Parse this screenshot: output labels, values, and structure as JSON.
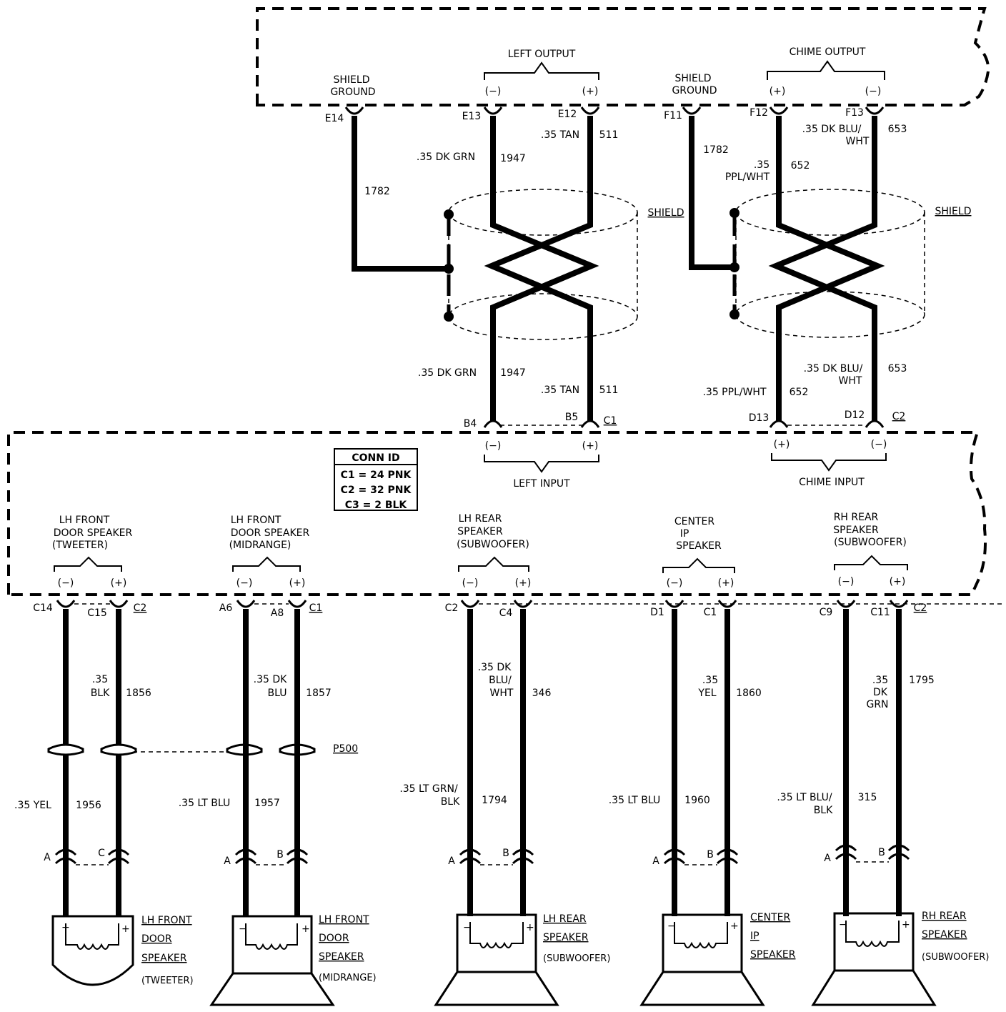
{
  "top_module": {
    "left_output": {
      "title": "LEFT OUTPUT",
      "minus": "(−)",
      "plus": "(+)",
      "pin_minus": "E13",
      "pin_plus": "E12"
    },
    "chime_output": {
      "title": "CHIME OUTPUT",
      "plus": "(+)",
      "minus": "(−)",
      "pin_plus": "F12",
      "pin_minus": "F13"
    },
    "shield_ground_1": {
      "label_line1": "SHIELD",
      "label_line2": "GROUND",
      "pin": "E14",
      "circuit": "1782"
    },
    "shield_ground_2": {
      "label_line1": "SHIELD",
      "label_line2": "GROUND",
      "pin": "F11",
      "circuit": "1782"
    }
  },
  "twisted_pair_left": {
    "shield_label": "SHIELD",
    "upper_minus": {
      "color": ".35 DK GRN",
      "circuit": "1947"
    },
    "upper_plus": {
      "color": ".35 TAN",
      "circuit": "511"
    },
    "lower_minus": {
      "color": ".35 DK GRN",
      "circuit": "1947"
    },
    "lower_plus": {
      "color": ".35 TAN",
      "circuit": "511"
    }
  },
  "twisted_pair_chime": {
    "shield_label": "SHIELD",
    "upper_plus": {
      "color_line1": ".35",
      "color_line2": "PPL/WHT",
      "circuit": "652"
    },
    "upper_minus": {
      "color_line1": ".35 DK BLU/",
      "color_line2": "WHT",
      "circuit": "653"
    },
    "lower_plus": {
      "color": ".35 PPL/WHT",
      "circuit": "652"
    },
    "lower_minus": {
      "color_line1": ".35 DK BLU/",
      "color_line2": "WHT",
      "circuit": "653"
    }
  },
  "amp_module": {
    "left_input": {
      "title": "LEFT INPUT",
      "minus": "(−)",
      "plus": "(+)",
      "pin_minus": "B4",
      "pin_plus": "B5",
      "conn": "C1"
    },
    "chime_input": {
      "title": "CHIME INPUT",
      "plus": "(+)",
      "minus": "(−)",
      "pin_plus": "D13",
      "pin_minus": "D12",
      "conn": "C2"
    },
    "conn_id": {
      "title": "CONN ID",
      "rows": [
        "C1 = 24 PNK",
        "C2 = 32 PNK",
        "C3 = 2 BLK"
      ]
    }
  },
  "speakers": [
    {
      "out_line1": "LH FRONT",
      "out_line2": "DOOR SPEAKER",
      "out_line3": "(TWEETER)",
      "minus": "(−)",
      "plus": "(+)",
      "pin_minus": "C14",
      "pin_plus": "C15",
      "conn": "C2",
      "upper_plus_color_1": ".35",
      "upper_plus_color_2": "BLK",
      "upper_plus_circuit": "1856",
      "lower_color": ".35 YEL",
      "lower_circuit": "1956",
      "term_a": "A",
      "term_b": "C",
      "name_1": "LH FRONT",
      "name_2": "DOOR",
      "name_3": "SPEAKER",
      "name_4": "(TWEETER)"
    },
    {
      "out_line1": "LH FRONT",
      "out_line2": "DOOR SPEAKER",
      "out_line3": "(MIDRANGE)",
      "minus": "(−)",
      "plus": "(+)",
      "pin_minus": "A6",
      "pin_plus": "A8",
      "conn": "C1",
      "upper_plus_color_1": ".35 DK",
      "upper_plus_color_2": "BLU",
      "upper_plus_circuit": "1857",
      "lower_color": ".35 LT BLU",
      "lower_circuit": "1957",
      "term_a": "A",
      "term_b": "B",
      "connector_label": "P500",
      "name_1": "LH FRONT",
      "name_2": "DOOR",
      "name_3": "SPEAKER",
      "name_4": "(MIDRANGE)"
    },
    {
      "out_line1": "LH REAR",
      "out_line2": "SPEAKER",
      "out_line3": "(SUBWOOFER)",
      "minus": "(−)",
      "plus": "(+)",
      "pin_minus": "C2",
      "pin_plus": "C4",
      "upper_color_1": ".35 DK",
      "upper_color_2": "BLU/",
      "upper_color_3": "WHT",
      "upper_circuit": "346",
      "lower_color_1": ".35 LT GRN/",
      "lower_color_2": "BLK",
      "lower_circuit": "1794",
      "term_a": "A",
      "term_b": "B",
      "name_1": "LH REAR",
      "name_2": "SPEAKER",
      "name_3": "(SUBWOOFER)"
    },
    {
      "out_line1": "CENTER",
      "out_line2": "IP",
      "out_line3": "SPEAKER",
      "minus": "(−)",
      "plus": "(+)",
      "pin_minus": "D1",
      "pin_plus": "C1",
      "upper_color_1": ".35",
      "upper_color_2": "YEL",
      "upper_circuit": "1860",
      "lower_color": ".35 LT BLU",
      "lower_circuit": "1960",
      "term_a": "A",
      "term_b": "B",
      "name_1": "CENTER",
      "name_2": "IP",
      "name_3": "SPEAKER"
    },
    {
      "out_line1": "RH REAR",
      "out_line2": "SPEAKER",
      "out_line3": "(SUBWOOFER)",
      "minus": "(−)",
      "plus": "(+)",
      "pin_minus": "C9",
      "pin_plus": "C11",
      "conn": "C2",
      "upper_color_1": ".35",
      "upper_color_2": "DK",
      "upper_color_3": "GRN",
      "upper_circuit": "1795",
      "lower_color_1": ".35 LT BLU/",
      "lower_color_2": "BLK",
      "lower_circuit": "315",
      "term_a": "A",
      "term_b": "B",
      "name_1": "RH REAR",
      "name_2": "SPEAKER",
      "name_3": "(SUBWOOFER)"
    }
  ]
}
